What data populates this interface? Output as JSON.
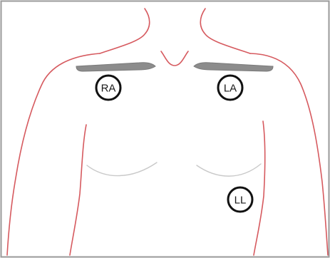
{
  "diagram": {
    "electrodes": [
      {
        "id": "ra",
        "label": "RA"
      },
      {
        "id": "la",
        "label": "LA"
      },
      {
        "id": "ll",
        "label": "LL"
      }
    ]
  },
  "colors": {
    "outline": "#d65a5f",
    "fold": "#c9c9c9",
    "clavicle": "#8c8c8c",
    "electrode_ring": "#111111",
    "border": "#9a9a9a"
  }
}
